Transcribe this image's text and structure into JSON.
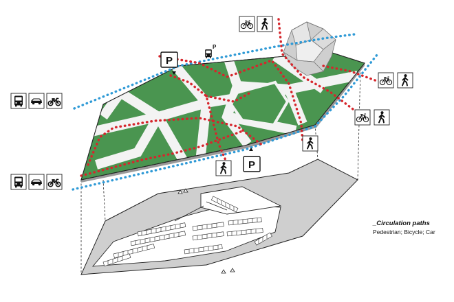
{
  "legend": {
    "title": "_Circulation paths",
    "subtitle": "Pedestrian; Bicycle; Car"
  },
  "parking_label": "P",
  "bus_parking_label": "P",
  "colors": {
    "green": "#4a9550",
    "blue_path": "#2f9ad6",
    "red_path": "#d6262c",
    "base_gray": "#cfcfcf",
    "white_path": "#f3f3f3"
  },
  "icons": {
    "access_groups": [
      [
        "bicycle-icon",
        "pedestrian-icon"
      ],
      [
        "bus-icon",
        "car-icon",
        "motorcycle-icon"
      ],
      [
        "bicycle-icon",
        "pedestrian-icon"
      ],
      [
        "bicycle-icon",
        "pedestrian-icon"
      ],
      [
        "pedestrian-icon"
      ],
      [
        "pedestrian-icon"
      ],
      [
        "bus-icon",
        "car-icon",
        "motorcycle-icon"
      ]
    ]
  }
}
